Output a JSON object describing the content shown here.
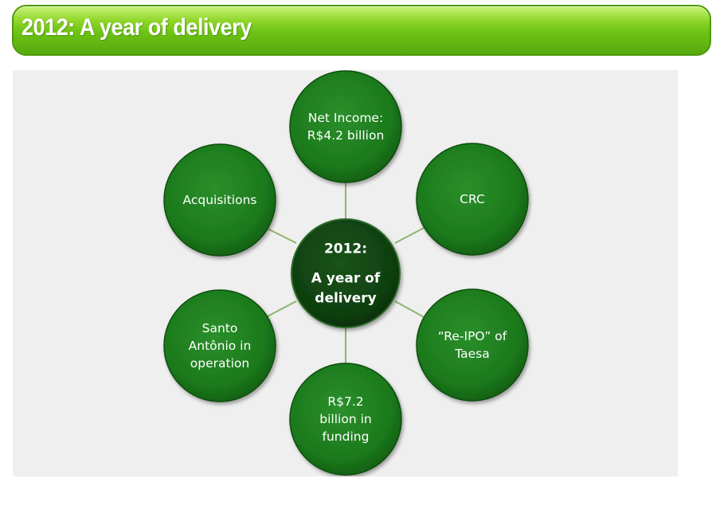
{
  "header": {
    "title": "2012: A year of delivery"
  },
  "diagram": {
    "center": {
      "line1": "2012:",
      "line2": "A year of",
      "line3": "delivery"
    },
    "nodes": [
      {
        "id": "net-income",
        "text": "Net Income:\nR$4.2 billion"
      },
      {
        "id": "crc",
        "text": "CRC"
      },
      {
        "id": "re-ipo",
        "text": "“Re-IPO” of\nTaesa"
      },
      {
        "id": "funding",
        "text": "R$7.2\nbillion in\nfunding"
      },
      {
        "id": "santo-antonio",
        "text": "Santo\nAntônio in\noperation"
      },
      {
        "id": "acquisitions",
        "text": "Acquisitions"
      }
    ],
    "colors": {
      "node_fill": "#1c7d1c",
      "node_fill_dark": "#0f5a12",
      "center_fill": "#0e3d0e",
      "connector": "#8cb56e",
      "panel": "#efefef",
      "title_green": "#6cc214"
    }
  }
}
